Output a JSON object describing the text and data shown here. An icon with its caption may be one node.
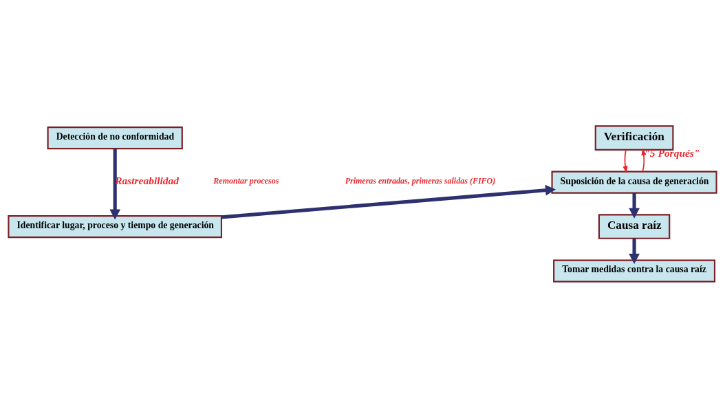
{
  "diagram": {
    "nodes": [
      {
        "text": [
          "Detección de no conformidad"
        ]
      },
      {
        "text": [
          "Identificar lugar, proceso y tiempo de generación"
        ]
      },
      {
        "text": [
          "Suposición de la causa de generación"
        ]
      },
      {
        "text": [
          "Verificación"
        ]
      },
      {
        "text": [
          "Causa raíz"
        ]
      },
      {
        "text": [
          "Tomar medidas contra la causa raíz"
        ]
      }
    ],
    "edges": [
      {
        "from": 0,
        "to": 1,
        "arrow": "to",
        "label": "Rastreabilidad"
      },
      {
        "from": 1,
        "to": 2,
        "arrow": "to"
      },
      {
        "from": 2,
        "to": 3,
        "arrow": "to",
        "label": "\"5 Porqués\"",
        "color": "#e8282e"
      },
      {
        "from": 3,
        "to": 2,
        "arrow": "to",
        "color": "#e8282e"
      },
      {
        "from": 2,
        "to": 4,
        "arrow": "to"
      },
      {
        "from": 4,
        "to": 5,
        "arrow": "to"
      }
    ],
    "labels": [
      "Remontar procesos",
      "Primeras entradas, primeras salidas (FIFO)"
    ]
  }
}
